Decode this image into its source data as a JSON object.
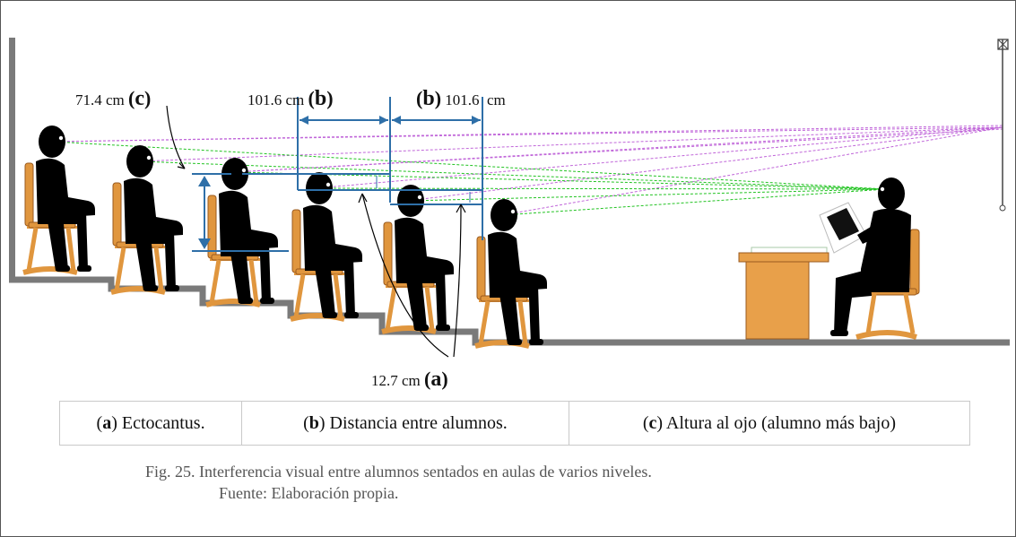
{
  "labels": {
    "c_value": "71.4 cm",
    "c_letter": "c",
    "b1_value": "101.6 cm",
    "b1_letter": "b",
    "b2_letter": "b",
    "b2_value": "101.6  cm",
    "a_value": "12.7 cm",
    "a_letter": "a"
  },
  "legend": [
    {
      "letter": "a",
      "text": ") Ectocantus."
    },
    {
      "letter": "b",
      "text": ") Distancia entre alumnos."
    },
    {
      "letter": "c",
      "text": ") Altura al ojo (alumno más bajo)"
    }
  ],
  "caption": {
    "line1": "Fig. 25. Interferencia visual entre alumnos sentados en aulas de varios niveles.",
    "line2": "Fuente: Elaboración propia."
  },
  "colors": {
    "floor": "#7a7a7a",
    "chair": "#e0963e",
    "chair_outline": "#9a5a1f",
    "desk": "#e8a04a",
    "dimension": "#2e6fa8",
    "sightline_student": "#22c322",
    "sightline_board": "#c066d9",
    "person": "#000000"
  }
}
